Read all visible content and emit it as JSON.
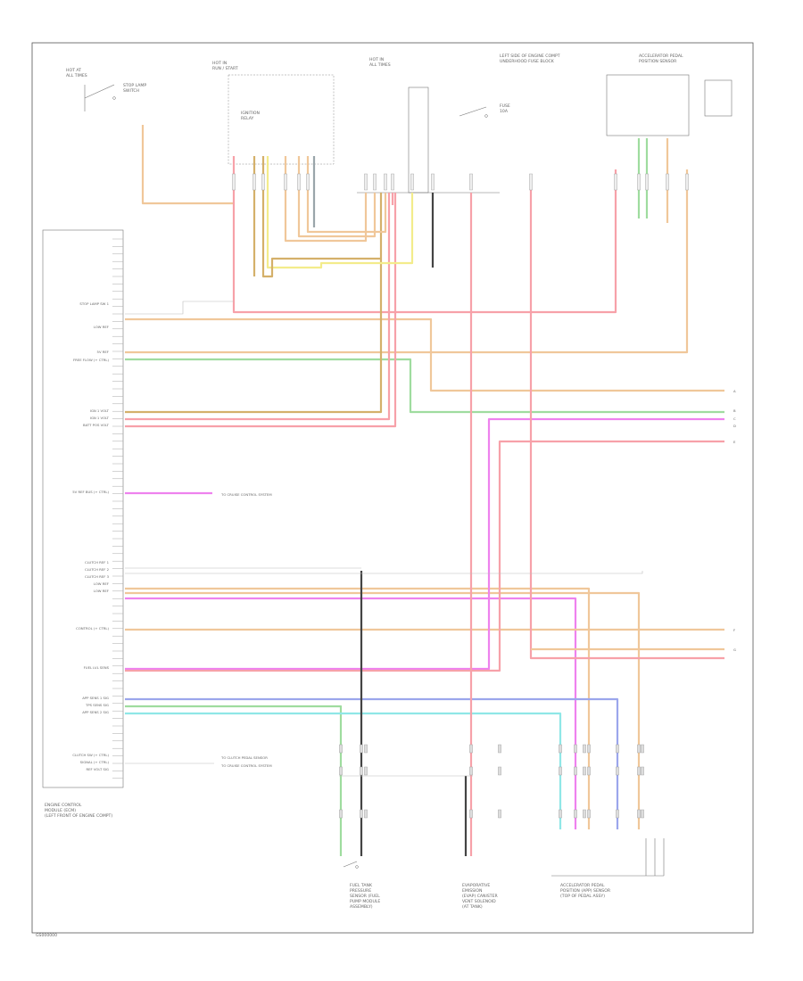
{
  "footer": {
    "code": "GS000000"
  },
  "ecm": {
    "title": [
      "ENGINE CONTROL",
      "MODULE (ECM)",
      "(LEFT FRONT OF ENGINE COMPT)"
    ]
  },
  "left_labels": [
    "STOP LAMP SW 1",
    "LOW REF",
    "5V REF",
    "FREE FLOW (+ CTRL)",
    "IGN 1 VOLT",
    "IGN 1 VOLT",
    "BATT POS VOLT",
    "5V REF BUS (+ CTRL)",
    "CLUTCH REF 1",
    "CLUTCH REF 2",
    "CLUTCH REF 3",
    "LOW REF",
    "LOW REF",
    "CONTROL (+ CTRL)",
    "FUEL LVL SENS",
    "APP SENS 1 SIG",
    "TPS SENS SIG",
    "APP SENS 2 SIG",
    "CLUTCH SW (+ CTRL)",
    "SIGNAL (+ CTRL)",
    "REF VOLT SIG"
  ],
  "top_labels": {
    "hot_run": [
      "HOT AT",
      "ALL TIMES"
    ],
    "hot_crank": [
      "HOT IN",
      "RUN / START"
    ],
    "hot_all": [
      "HOT IN",
      "ALL TIMES"
    ],
    "fuse_block": [
      "LEFT SIDE OF ENGINE COMPT",
      "UNDERHOOD FUSE BLOCK"
    ],
    "pedal": [
      "ACCELERATOR PEDAL",
      "POSITION SENSOR"
    ],
    "stop_sw": [
      "STOP LAMP",
      "SWITCH"
    ],
    "relay": [
      "IGNITION",
      "RELAY"
    ],
    "fuse": [
      "FUSE",
      "10A"
    ]
  },
  "bottom_labels": {
    "fuel_pump": [
      "FUEL TANK",
      "PRESSURE",
      "SENSOR (FUEL",
      "PUMP MODULE",
      "ASSEMBLY)"
    ],
    "tank": [
      "EVAPORATIVE",
      "EMISSION",
      "(EVAP) CANISTER",
      "VENT SOLENOID",
      "(AT TANK)"
    ],
    "pedal_sensor": [
      "ACCELERATOR PEDAL",
      "POSITION (APP) SENSOR",
      "(TOP OF PEDAL ASSY)"
    ]
  },
  "inline_notes": [
    "TO CRUISE CONTROL SYSTEM",
    "TO CLUTCH PEDAL SENSOR",
    "TO CRUISE CONTROL SYSTEM"
  ],
  "right_refs": [
    "A",
    "B",
    "C",
    "D",
    "E",
    "F",
    "G"
  ],
  "colors": {
    "pink": "#f7a1a9",
    "tan": "#f0c79a",
    "tan_dark": "#d4b06a",
    "green": "#9fdc9f",
    "yellow": "#f3ec8b",
    "magenta": "#ee82ee",
    "blue": "#9ba6ec",
    "cyan": "#8fe7e7",
    "black": "#444444",
    "grey": "#9aa5aa"
  }
}
